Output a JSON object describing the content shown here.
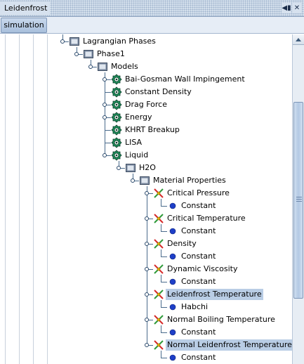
{
  "window": {
    "title": "Leidenfrost",
    "toolbar_tab": "simulation"
  },
  "tree": {
    "rows": [
      {
        "label": "Lagrangian Phases",
        "depth": 0,
        "icon": "folder-icon",
        "knob": true,
        "selected": false
      },
      {
        "label": "Phase1",
        "depth": 1,
        "icon": "folder-icon",
        "knob": true,
        "selected": false
      },
      {
        "label": "Models",
        "depth": 2,
        "icon": "folder-icon",
        "knob": true,
        "selected": false
      },
      {
        "label": "Bai-Gosman Wall Impingement",
        "depth": 3,
        "icon": "model-icon",
        "knob": true,
        "selected": false
      },
      {
        "label": "Constant Density",
        "depth": 3,
        "icon": "model-icon",
        "knob": false,
        "selected": false
      },
      {
        "label": "Drag Force",
        "depth": 3,
        "icon": "model-icon",
        "knob": true,
        "selected": false
      },
      {
        "label": "Energy",
        "depth": 3,
        "icon": "model-icon",
        "knob": true,
        "selected": false
      },
      {
        "label": "KHRT Breakup",
        "depth": 3,
        "icon": "model-icon",
        "knob": false,
        "selected": false
      },
      {
        "label": "LISA",
        "depth": 3,
        "icon": "model-icon",
        "knob": false,
        "selected": false
      },
      {
        "label": "Liquid",
        "depth": 3,
        "icon": "model-icon",
        "knob": true,
        "selected": false
      },
      {
        "label": "H2O",
        "depth": 4,
        "icon": "folder-icon",
        "knob": true,
        "selected": false
      },
      {
        "label": "Material Properties",
        "depth": 5,
        "icon": "folder-icon",
        "knob": true,
        "selected": false
      },
      {
        "label": "Critical Pressure",
        "depth": 6,
        "icon": "property-icon",
        "knob": true,
        "selected": false
      },
      {
        "label": "Constant",
        "depth": 7,
        "icon": "method-dot-icon",
        "knob": false,
        "selected": false
      },
      {
        "label": "Critical Temperature",
        "depth": 6,
        "icon": "property-icon",
        "knob": true,
        "selected": false
      },
      {
        "label": "Constant",
        "depth": 7,
        "icon": "method-dot-icon",
        "knob": false,
        "selected": false
      },
      {
        "label": "Density",
        "depth": 6,
        "icon": "property-icon",
        "knob": true,
        "selected": false
      },
      {
        "label": "Constant",
        "depth": 7,
        "icon": "method-dot-icon",
        "knob": false,
        "selected": false
      },
      {
        "label": "Dynamic Viscosity",
        "depth": 6,
        "icon": "property-icon",
        "knob": true,
        "selected": false
      },
      {
        "label": "Constant",
        "depth": 7,
        "icon": "method-dot-icon",
        "knob": false,
        "selected": false
      },
      {
        "label": "Leidenfrost Temperature",
        "depth": 6,
        "icon": "property-icon",
        "knob": true,
        "selected": true
      },
      {
        "label": "Habchi",
        "depth": 7,
        "icon": "method-dot-icon",
        "knob": false,
        "selected": false
      },
      {
        "label": "Normal Boiling Temperature",
        "depth": 6,
        "icon": "property-icon",
        "knob": true,
        "selected": false
      },
      {
        "label": "Constant",
        "depth": 7,
        "icon": "method-dot-icon",
        "knob": false,
        "selected": false
      },
      {
        "label": "Normal Leidenfrost Temperature",
        "depth": 6,
        "icon": "property-icon",
        "knob": true,
        "selected": true
      },
      {
        "label": "Constant",
        "depth": 7,
        "icon": "method-dot-icon",
        "knob": false,
        "selected": false
      }
    ]
  },
  "colors": {
    "selection": "#b9cde5",
    "connector": "#4a6b8c",
    "folder": "#8b9ab0",
    "model_green": "#1f8a5a",
    "method_dot": "#1e3fc8"
  }
}
